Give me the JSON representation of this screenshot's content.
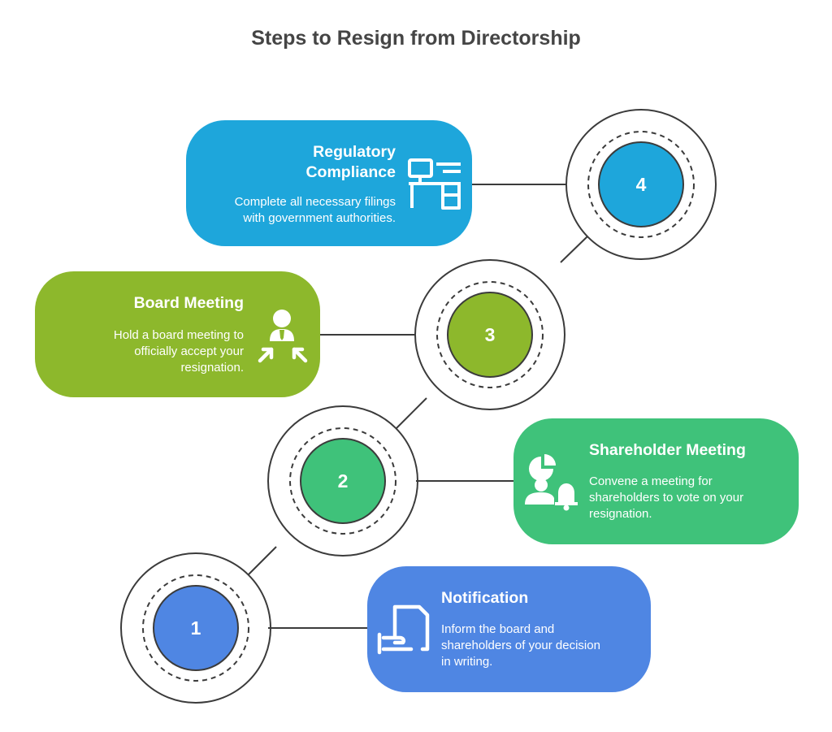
{
  "title": "Steps to Resign from Directorship",
  "colors": {
    "step1": "#4f86e3",
    "step2": "#3fc27a",
    "step3": "#8db82c",
    "step4": "#1ea6db",
    "connector": "#3b3b3b"
  },
  "steps": [
    {
      "number": "1",
      "title": "Notification",
      "description_lines": [
        "Inform the board and",
        "shareholders of your decision",
        "in writing."
      ],
      "icon": "document-hand-icon"
    },
    {
      "number": "2",
      "title": "Shareholder Meeting",
      "description_lines": [
        "Convene a meeting for",
        "shareholders to vote on your",
        "resignation."
      ],
      "icon": "pie-chart-person-bell-icon"
    },
    {
      "number": "3",
      "title": "Board Meeting",
      "description_lines": [
        "Hold a board meeting to",
        "officially accept your",
        "resignation."
      ],
      "icon": "person-arrows-icon"
    },
    {
      "number": "4",
      "title_lines": [
        "Regulatory",
        "Compliance"
      ],
      "description_lines": [
        "Complete all necessary filings",
        "with government authorities."
      ],
      "icon": "office-desk-icon"
    }
  ]
}
